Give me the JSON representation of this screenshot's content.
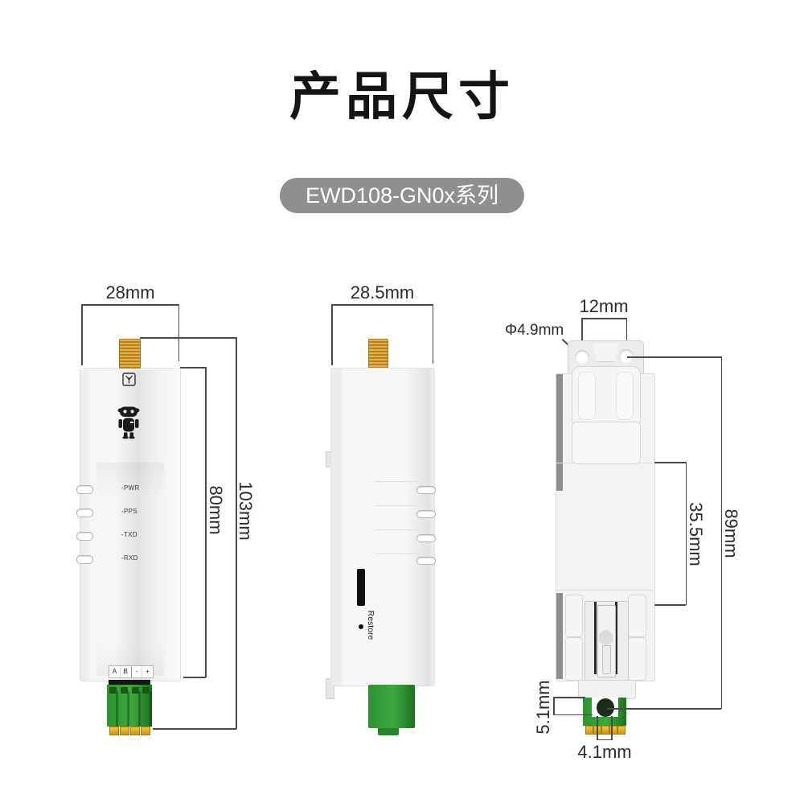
{
  "header": {
    "title": "产品尺寸",
    "badge": "EWD108-GN0x系列"
  },
  "views": {
    "front": {
      "dim_width": "28mm",
      "dim_body_height": "80mm",
      "dim_total_height": "103mm",
      "led_labels": [
        "-PWR",
        "-PPS",
        "-TXD",
        "-RXD"
      ],
      "terminal_labels": [
        "A",
        "B",
        "-",
        "+"
      ]
    },
    "side": {
      "dim_width": "28.5mm",
      "restore_label": "Restore"
    },
    "back": {
      "dim_hole_pitch": "12mm",
      "dim_hole_diameter": "Φ4.9mm",
      "dim_clip_section": "35.5mm",
      "dim_total_height": "89mm",
      "dim_pin_offset": "5.1mm",
      "dim_pin_width": "4.1mm"
    }
  },
  "colors": {
    "badge_bg": "#8f8f8f",
    "title_text": "#141414",
    "dimension_line": "#4a4a4a",
    "antenna_gold": "#c99a33",
    "connector_green": "#2f9b2f",
    "pin_gold": "#e3b42e",
    "device_body": "#f3f3f3"
  }
}
